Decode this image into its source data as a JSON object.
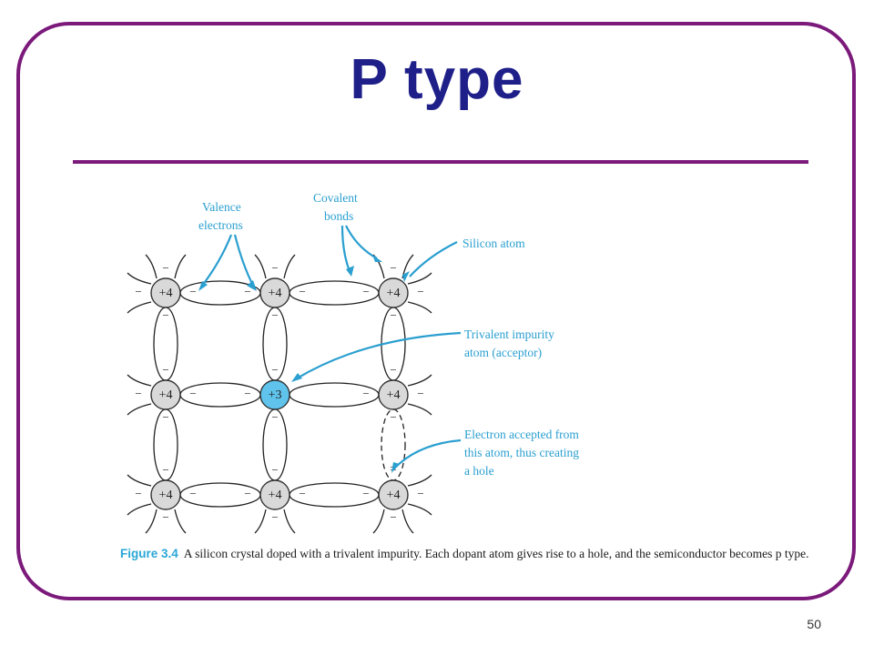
{
  "slide": {
    "title": "P type",
    "page_number": "50"
  },
  "figure": {
    "labels": {
      "valence_line1": "Valence",
      "valence_line2": "electrons",
      "covalent_line1": "Covalent",
      "covalent_line2": "bonds",
      "silicon_atom": "Silicon atom",
      "trivalent_line1": "Trivalent impurity",
      "trivalent_line2": "atom (acceptor)",
      "accepted_line1": "Electron accepted from",
      "accepted_line2": "this atom, thus creating",
      "accepted_line3": "a hole"
    },
    "atoms": [
      {
        "charge": "+4",
        "kind": "silicon"
      },
      {
        "charge": "+4",
        "kind": "silicon"
      },
      {
        "charge": "+4",
        "kind": "silicon"
      },
      {
        "charge": "+4",
        "kind": "silicon"
      },
      {
        "charge": "+3",
        "kind": "impurity"
      },
      {
        "charge": "+4",
        "kind": "silicon"
      },
      {
        "charge": "+4",
        "kind": "silicon"
      },
      {
        "charge": "+4",
        "kind": "silicon"
      },
      {
        "charge": "+4",
        "kind": "silicon"
      }
    ],
    "electron_symbol": "−",
    "caption_label": "Figure 3.4",
    "caption_text": "A silicon crystal doped with a trivalent impurity. Each dopant atom gives rise to a hole, and the semiconductor becomes p type.",
    "colors": {
      "frame": "#7b1a7b",
      "title": "#1f1f8a",
      "label": "#2a9fd0",
      "impurity_fill": "#5fc3ec",
      "silicon_fill": "#d9d9d9"
    }
  }
}
